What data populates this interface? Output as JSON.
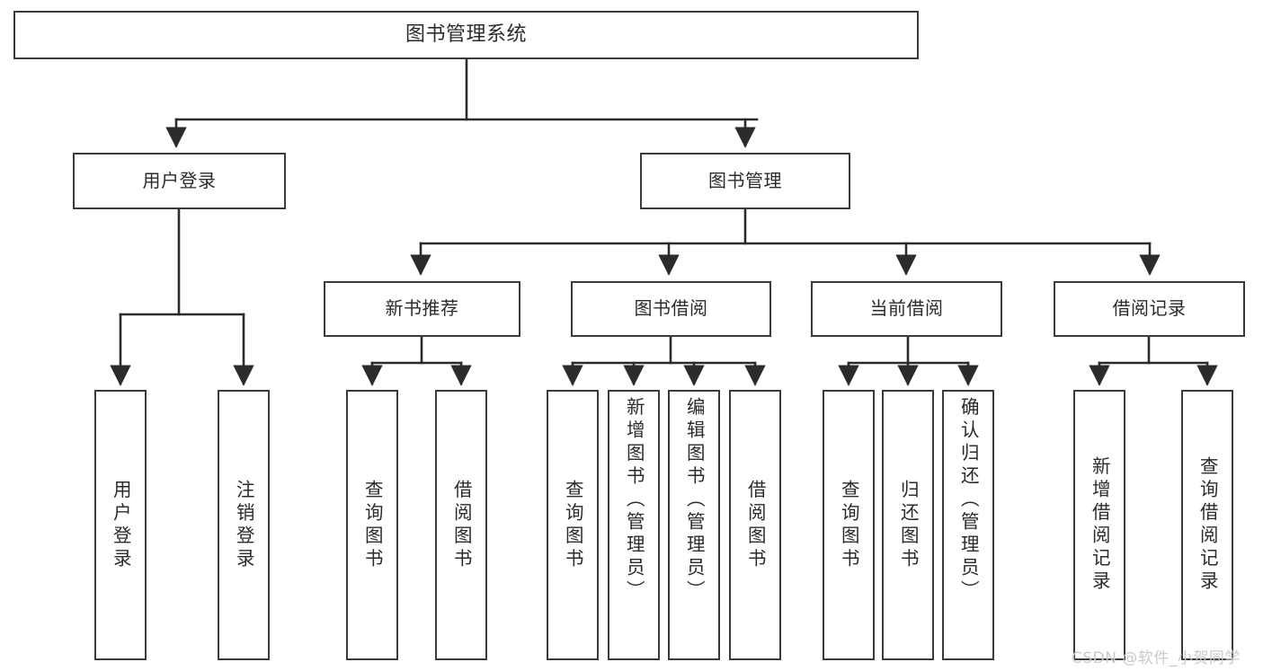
{
  "diagram": {
    "type": "tree-hierarchy-chart",
    "title": "图书管理系统",
    "colors": {
      "box_border": "#3a3a3a",
      "box_fill": "#ffffff",
      "text": "#2b2b2b",
      "connector": "#2b2b2b",
      "watermark": "#c9c9c9",
      "background": "#ffffff"
    },
    "watermark": "CSDN @软件_小贺同学",
    "root": {
      "label": "图书管理系统"
    },
    "level2": [
      {
        "id": "user-login",
        "label": "用户登录"
      },
      {
        "id": "book-management",
        "label": "图书管理"
      }
    ],
    "level3": [
      {
        "id": "new-book-recommend",
        "label": "新书推荐",
        "parent": "book-management"
      },
      {
        "id": "book-borrow",
        "label": "图书借阅",
        "parent": "book-management"
      },
      {
        "id": "current-borrow",
        "label": "当前借阅",
        "parent": "book-management"
      },
      {
        "id": "borrow-record",
        "label": "借阅记录",
        "parent": "book-management"
      }
    ],
    "leaves": [
      {
        "id": "leaf-user-login",
        "label": "用户登录",
        "parent": "user-login"
      },
      {
        "id": "leaf-logout-login",
        "label": "注销登录",
        "parent": "user-login"
      },
      {
        "id": "leaf-query-book-1",
        "label": "查询图书",
        "parent": "new-book-recommend"
      },
      {
        "id": "leaf-borrow-book-1",
        "label": "借阅图书",
        "parent": "new-book-recommend"
      },
      {
        "id": "leaf-query-book-2",
        "label": "查询图书",
        "parent": "book-borrow"
      },
      {
        "id": "leaf-add-book",
        "label": "新增图书（管理员）",
        "parent": "book-borrow"
      },
      {
        "id": "leaf-edit-book",
        "label": "编辑图书（管理员）",
        "parent": "book-borrow"
      },
      {
        "id": "leaf-borrow-book-2",
        "label": "借阅图书",
        "parent": "book-borrow"
      },
      {
        "id": "leaf-query-book-3",
        "label": "查询图书",
        "parent": "current-borrow"
      },
      {
        "id": "leaf-return-book",
        "label": "归还图书",
        "parent": "current-borrow"
      },
      {
        "id": "leaf-confirm-return",
        "label": "确认归还（管理员）",
        "parent": "current-borrow"
      },
      {
        "id": "leaf-add-record",
        "label": "新增借阅记录",
        "parent": "borrow-record"
      },
      {
        "id": "leaf-query-record",
        "label": "查询借阅记录",
        "parent": "borrow-record"
      }
    ]
  }
}
